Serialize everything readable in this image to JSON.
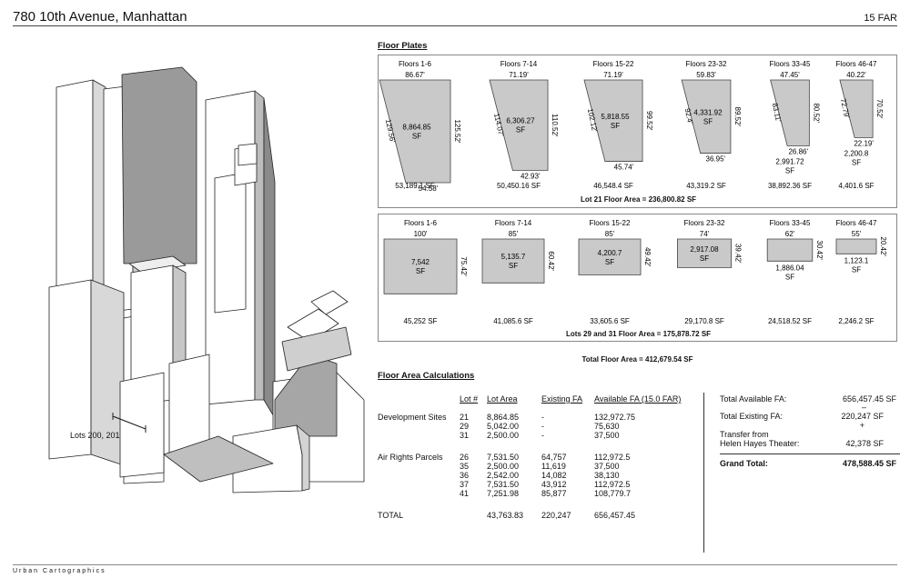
{
  "header": {
    "title": "780 10th Avenue, Manhattan",
    "far": "15 FAR"
  },
  "footer": "Urban Cartographics",
  "model": {
    "lots_label": "Lots 200, 201"
  },
  "floor_plates": {
    "title": "Floor Plates",
    "lot21": {
      "plates": [
        {
          "floors": "Floors 1-6",
          "top": "86.67'",
          "left": "129.56'",
          "right": "125.52'",
          "bottom": "54.58'",
          "area": "8,864.85",
          "unit": "SF",
          "total": "53,189.1 SF"
        },
        {
          "floors": "Floors 7-14",
          "top": "71.19'",
          "left": "114.07'",
          "right": "110.52'",
          "bottom": "42.93'",
          "area": "6,306.27",
          "unit": "SF",
          "total": "50,450.16 SF"
        },
        {
          "floors": "Floors 15-22",
          "top": "71.19'",
          "left": "102.12'",
          "right": "99.52'",
          "bottom": "45.74'",
          "area": "5,818.55",
          "unit": "SF",
          "total": "46,548.4 SF"
        },
        {
          "floors": "Floors 23-32",
          "top": "59.83'",
          "left": "92.4'",
          "right": "89.52'",
          "bottom": "36.95'",
          "area": "4,331.92",
          "unit": "SF",
          "total": "43,319.2 SF"
        },
        {
          "floors": "Floors 33-45",
          "top": "47.45'",
          "left": "83.11'",
          "right": "80.52'",
          "bottom": "26.86'",
          "area": "2,991.72",
          "unit": "SF",
          "total": "38,892.36 SF"
        },
        {
          "floors": "Floors 46-47",
          "top": "40.22'",
          "left": "72.79'",
          "right": "70.52'",
          "bottom": "22.19'",
          "area": "2,200.8",
          "unit": "SF",
          "total": "4,401.6 SF"
        }
      ],
      "total": "Lot 21 Floor Area = 236,800.82 SF"
    },
    "lots2931": {
      "plates": [
        {
          "floors": "Floors 1-6",
          "top": "100'",
          "side": "75.42'",
          "area": "7,542",
          "unit": "SF",
          "total": "45,252 SF"
        },
        {
          "floors": "Floors 7-14",
          "top": "85'",
          "side": "60.42'",
          "area": "5,135.7",
          "unit": "SF",
          "total": "41,085.6 SF"
        },
        {
          "floors": "Floors 15-22",
          "top": "85'",
          "side": "49.42'",
          "area": "4,200.7",
          "unit": "SF",
          "total": "33,605.6 SF"
        },
        {
          "floors": "Floors 23-32",
          "top": "74'",
          "side": "39.42'",
          "area": "2,917.08",
          "unit": "SF",
          "total": "29,170.8 SF"
        },
        {
          "floors": "Floors 33-45",
          "top": "62'",
          "side": "30.42'",
          "area": "1,886.04",
          "unit": "SF",
          "total": "24,518.52 SF"
        },
        {
          "floors": "Floors 46-47",
          "top": "55'",
          "side": "20.42'",
          "area": "1,123.1",
          "unit": "SF",
          "total": "2,246.2 SF"
        }
      ],
      "total": "Lots 29 and 31 Floor Area = 175,878.72 SF"
    },
    "grand_total": "Total Floor Area = 412,679.54 SF"
  },
  "calc": {
    "title": "Floor Area Calculations",
    "headers": [
      "Lot #",
      "Lot Area",
      "Existing FA",
      "Available FA (15.0 FAR)"
    ],
    "groups": [
      {
        "label": "Development Sites",
        "rows": [
          [
            "21",
            "8,864.85",
            "-",
            "132,972.75"
          ],
          [
            "29",
            "5,042.00",
            "-",
            "75,630"
          ],
          [
            "31",
            "2,500.00",
            "-",
            "37,500"
          ]
        ]
      },
      {
        "label": "Air Rights Parcels",
        "rows": [
          [
            "26",
            "7,531.50",
            "64,757",
            "112,972.5"
          ],
          [
            "35",
            "2,500.00",
            "11,619",
            "37,500"
          ],
          [
            "36",
            "2,542.00",
            "14,082",
            "38,130"
          ],
          [
            "37",
            "7,531.50",
            "43,912",
            "112,972.5"
          ],
          [
            "41",
            "7,251.98",
            "85,877",
            "108,779.7"
          ]
        ]
      }
    ],
    "total_row": {
      "label": "TOTAL",
      "lot_area": "43,763.83",
      "existing": "220,247",
      "available": "656,457.45"
    }
  },
  "summary": {
    "total_available_label": "Total Available FA:",
    "total_available_value": "656,457.45 SF",
    "minus": "–",
    "total_existing_label": "Total Existing FA:",
    "total_existing_value": "220,247 SF",
    "plus": "+",
    "transfer_label_1": "Transfer from",
    "transfer_label_2": "Helen Hayes Theater:",
    "transfer_value": "42,378 SF",
    "grand_label": "Grand Total:",
    "grand_value": "478,588.45 SF"
  }
}
